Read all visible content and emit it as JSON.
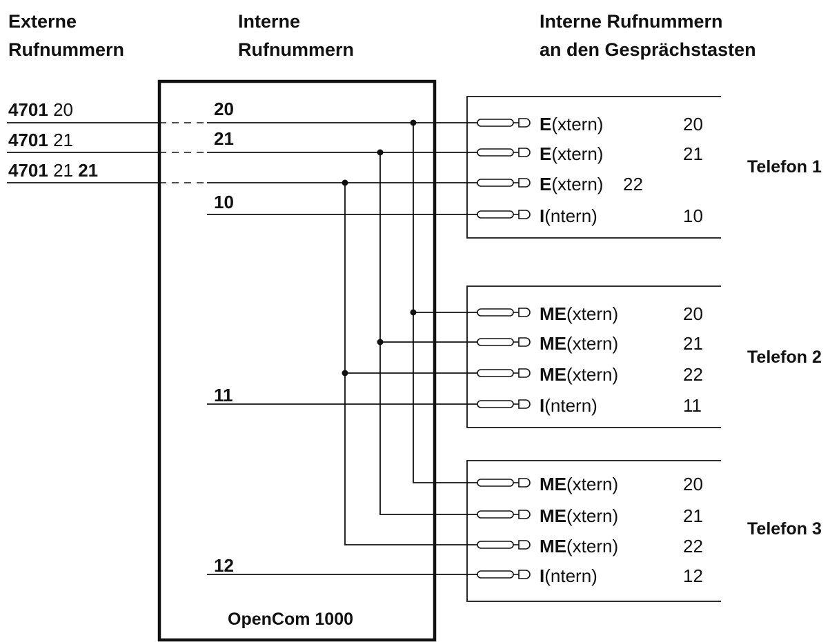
{
  "headers": {
    "external_line1": "Externe",
    "external_line2": "Rufnummern",
    "internal_line1": "Interne",
    "internal_line2": "Rufnummern",
    "keys_line1": "Interne Rufnummern",
    "keys_line2": "an den Gesprächstasten"
  },
  "external_numbers": [
    {
      "prefix": "4701",
      "rest": " 20",
      "rest_bold": ""
    },
    {
      "prefix": "4701",
      "rest": " 21",
      "rest_bold": ""
    },
    {
      "prefix": "4701",
      "rest": " 21 ",
      "rest_bold": "21"
    }
  ],
  "internal_numbers": [
    "20",
    "21",
    "10",
    "11",
    "12"
  ],
  "device_label": "OpenCom 1000",
  "phones": [
    {
      "name": "Telefon 1",
      "keys": [
        {
          "bold": "E",
          "rest": "(xtern)",
          "number": "20"
        },
        {
          "bold": "E",
          "rest": "(xtern)",
          "number": "21"
        },
        {
          "bold": "E",
          "rest": "(xtern)",
          "number": "22"
        },
        {
          "bold": "I",
          "rest": "(ntern)",
          "number": "10"
        }
      ]
    },
    {
      "name": "Telefon 2",
      "keys": [
        {
          "bold": "ME",
          "rest": "(xtern)",
          "number": "20"
        },
        {
          "bold": "ME",
          "rest": "(xtern)",
          "number": "21"
        },
        {
          "bold": "ME",
          "rest": "(xtern)",
          "number": "22"
        },
        {
          "bold": "I",
          "rest": "(ntern)",
          "number": "11"
        }
      ]
    },
    {
      "name": "Telefon 3",
      "keys": [
        {
          "bold": "ME",
          "rest": "(xtern)",
          "number": "20"
        },
        {
          "bold": "ME",
          "rest": "(xtern)",
          "number": "21"
        },
        {
          "bold": "ME",
          "rest": "(xtern)",
          "number": "22"
        },
        {
          "bold": "I",
          "rest": "(ntern)",
          "number": "12"
        }
      ]
    }
  ]
}
